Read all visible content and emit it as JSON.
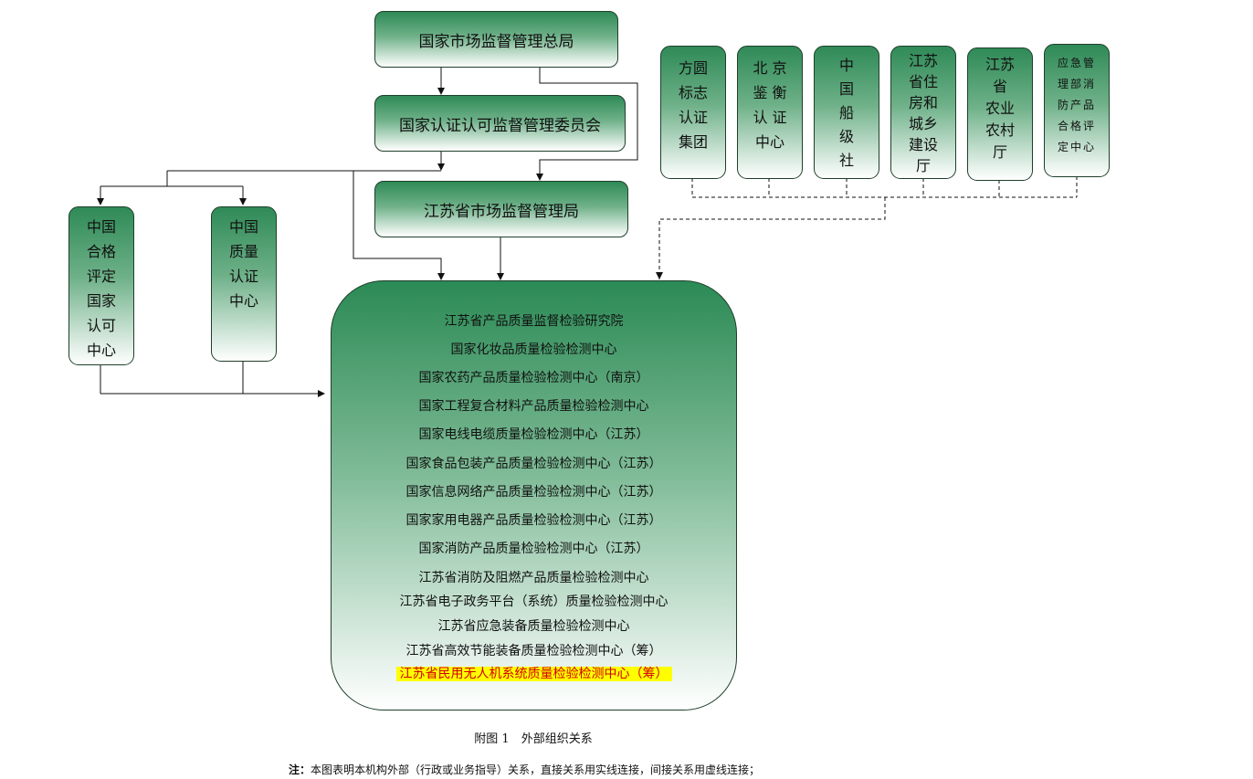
{
  "top_chain": {
    "samr": "国家市场监督管理总局",
    "cnca": "国家认证认可监督管理委员会",
    "jsamr": "江苏省市场监督管理局"
  },
  "left_boxes": [
    "中国\n合格\n评定\n国家\n认可\n中心",
    "中国\n质量\n认证\n中心"
  ],
  "right_boxes": [
    "方圆\n标志\n认证\n集团",
    "北 京\n鉴 衡\n认 证\n中心",
    "中\n国\n船\n级\n社",
    "江苏\n省住\n房和\n城乡\n建设\n厅",
    "江苏\n省\n农业\n农村\n厅",
    "应急管\n理部消\n防产品\n合格评\n定中心"
  ],
  "main_items": [
    "江苏省产品质量监督检验研究院",
    "国家化妆品质量检验检测中心",
    "国家农药产品质量检验检测中心（南京）",
    "国家工程复合材料产品质量检验检测中心",
    "国家电线电缆质量检验检测中心（江苏）",
    "国家食品包装产品质量检验检测中心（江苏）",
    "国家信息网络产品质量检验检测中心（江苏）",
    "国家家用电器产品质量检验检测中心（江苏）",
    "国家消防产品质量检验检测中心（江苏）",
    "江苏省消防及阻燃产品质量检验检测中心",
    "江苏省电子政务平台（系统）质量检验检测中心",
    "江苏省应急装备质量检验检测中心",
    "江苏省高效节能装备质量检验检测中心（筹）",
    "江苏省民用无人机系统质量检验检测中心（筹）"
  ],
  "highlight": {
    "background": "#ffff00",
    "text_color": "#d00000"
  },
  "caption": "附图 1　外部组织关系",
  "note": {
    "label": "注：",
    "text": "本图表明本机构外部（行政或业务指导）关系，直接关系用实线连接，间接关系用虚线连接；"
  }
}
